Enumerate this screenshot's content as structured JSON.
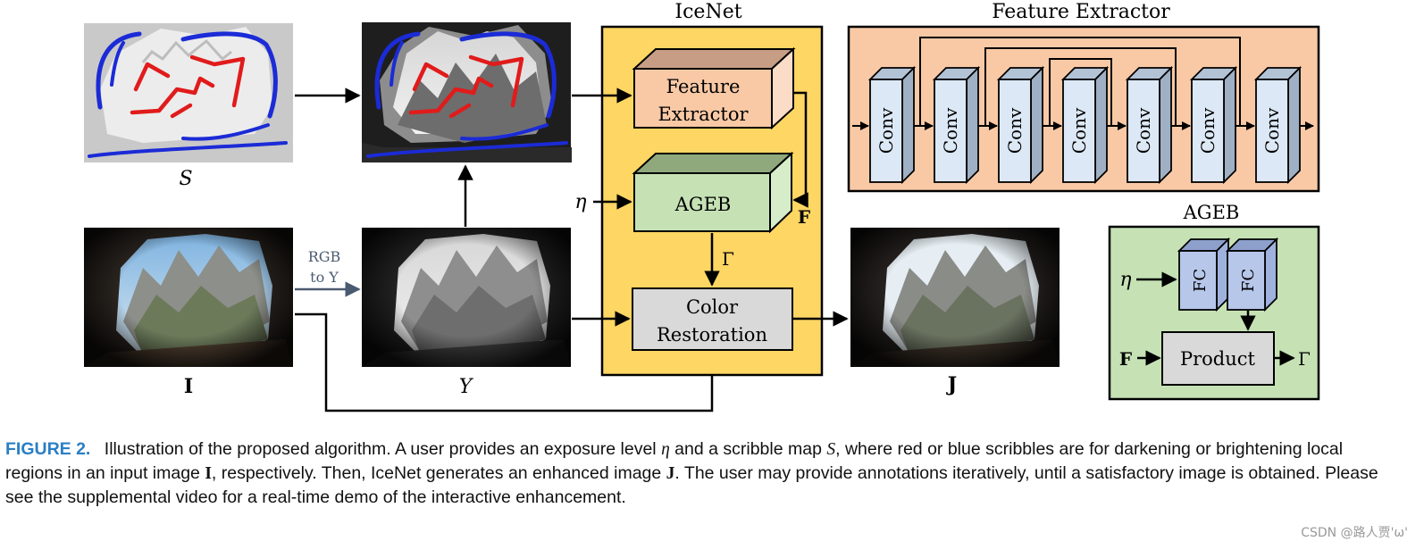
{
  "labels": {
    "s": "S",
    "i": "I",
    "y": "Y",
    "j": "J",
    "rgb_line1": "RGB",
    "rgb_line2": "to Y",
    "eta": "η",
    "f": "F",
    "gamma": "Γ"
  },
  "icenet": {
    "title": "IceNet",
    "feature_extractor_line1": "Feature",
    "feature_extractor_line2": "Extractor",
    "ageb": "AGEB",
    "color_restoration_line1": "Color",
    "color_restoration_line2": "Restoration"
  },
  "feature_extractor_panel": {
    "title": "Feature Extractor",
    "conv_labels": [
      "Conv",
      "Conv",
      "Conv",
      "Conv",
      "Conv",
      "Conv",
      "Conv"
    ]
  },
  "ageb_panel": {
    "title": "AGEB",
    "fc1": "FC",
    "fc2": "FC",
    "product": "Product",
    "eta": "η",
    "f": "F",
    "gamma": "Γ"
  },
  "caption": {
    "label": "FIGURE 2.",
    "t1": "Illustration of the proposed algorithm. A user provides an exposure level",
    "eta": "η",
    "t2": "and a scribble map",
    "s": "S",
    "t3": ", where red or blue scribbles are for darkening or brightening local regions in an input image",
    "i": "I",
    "t4": ", respectively. Then, IceNet generates an enhanced image",
    "j": "J",
    "t5": ". The user may provide annotations iteratively, until a satisfactory image is obtained. Please see the supplemental video for a real-time demo of the interactive enhancement."
  },
  "watermark": "CSDN @路人贾'ω'",
  "colors": {
    "icenet_bg": "#fdd663",
    "feature_bg": "#f9c9a6",
    "ageb_bg": "#c6e2b5",
    "conv_fill": "#dce8f5",
    "fc_fill": "#b7c7ea",
    "gray_box": "#d9d9d9",
    "scribble_red": "#e11b1b",
    "scribble_blue": "#1b2bd6",
    "caption_label": "#2a7fc4"
  }
}
